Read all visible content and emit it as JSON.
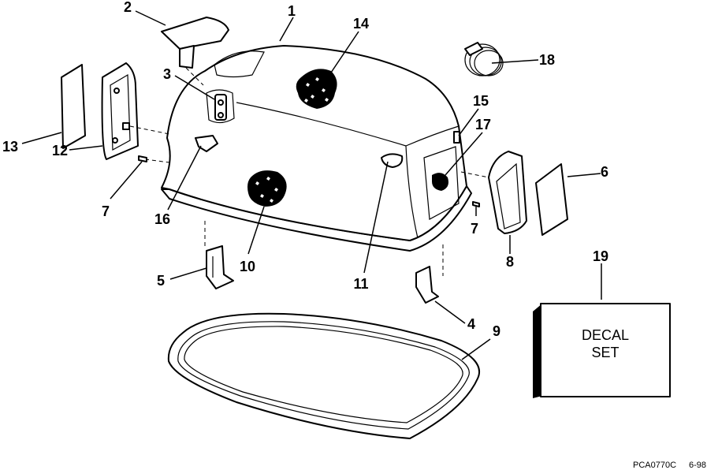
{
  "callouts": {
    "c1": "1",
    "c2": "2",
    "c3": "3",
    "c4": "4",
    "c5": "5",
    "c6": "6",
    "c7a": "7",
    "c7b": "7",
    "c8": "8",
    "c9": "9",
    "c10": "10",
    "c11": "11",
    "c12": "12",
    "c13": "13",
    "c14": "14",
    "c15": "15",
    "c16": "16",
    "c17": "17",
    "c18": "18",
    "c19": "19"
  },
  "decal": {
    "line1": "DECAL",
    "line2": "SET"
  },
  "footer": {
    "code": "PCA0770C",
    "date": "6-98"
  }
}
